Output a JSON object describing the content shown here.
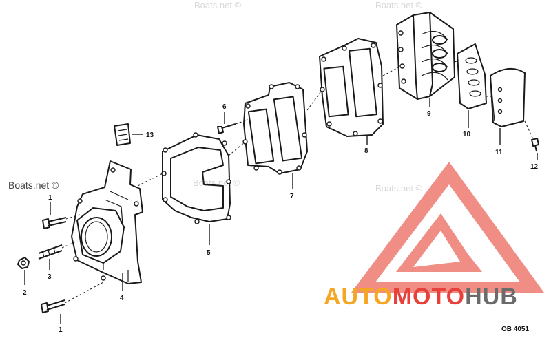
{
  "watermark": {
    "site": "Boats.net ©",
    "site_faint": "Boats.net ©"
  },
  "logo": {
    "part1": "AUTO",
    "part2": "MOTO",
    "part3": "HUB",
    "color_a": "#f5a623",
    "color_b": "#e8413b",
    "color_c": "#6b6b6b"
  },
  "diagram_code": "OB 4051",
  "callouts": [
    {
      "id": "c1a",
      "label": "1"
    },
    {
      "id": "c1b",
      "label": "1"
    },
    {
      "id": "c2",
      "label": "2"
    },
    {
      "id": "c3",
      "label": "3"
    },
    {
      "id": "c4",
      "label": "4"
    },
    {
      "id": "c5",
      "label": "5"
    },
    {
      "id": "c6",
      "label": "6"
    },
    {
      "id": "c7",
      "label": "7"
    },
    {
      "id": "c8",
      "label": "8"
    },
    {
      "id": "c9",
      "label": "9"
    },
    {
      "id": "c10",
      "label": "10"
    },
    {
      "id": "c11",
      "label": "11"
    },
    {
      "id": "c12",
      "label": "12"
    },
    {
      "id": "c13",
      "label": "13"
    }
  ]
}
